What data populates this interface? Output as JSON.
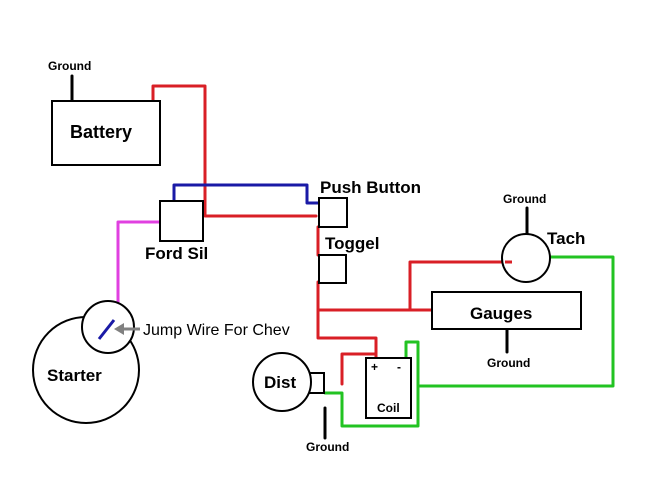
{
  "diagram": {
    "colors": {
      "red": "#d91f26",
      "blue": "#1a1aa6",
      "magenta": "#e040e0",
      "green": "#22c322",
      "gray": "#808080",
      "black": "#000000"
    },
    "labels": {
      "battery": "Battery",
      "battery_ground": "Ground",
      "ford_sil": "Ford Sil",
      "push_button": "Push Button",
      "toggel": "Toggel",
      "tach": "Tach",
      "tach_ground": "Ground",
      "gauges": "Gauges",
      "gauges_ground": "Ground",
      "starter": "Starter",
      "jump_wire": "Jump Wire For Chev",
      "dist": "Dist",
      "dist_ground": "Ground",
      "coil": "Coil",
      "coil_plus": "+",
      "coil_minus": "-"
    }
  }
}
